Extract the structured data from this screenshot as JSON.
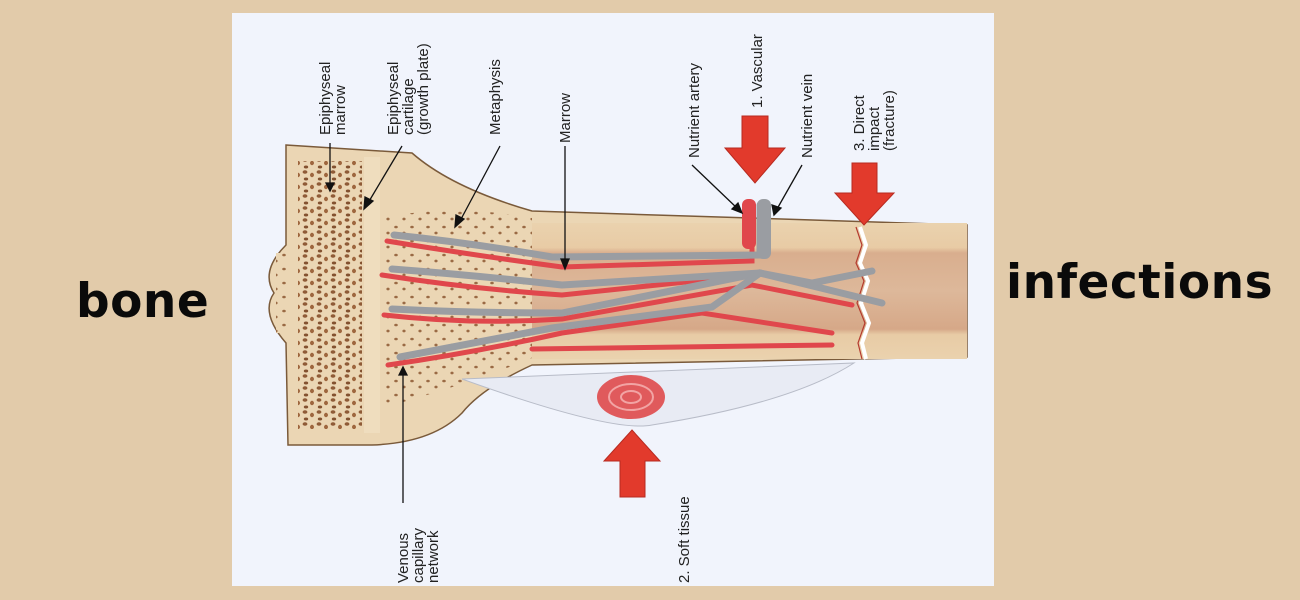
{
  "title_left": "bone",
  "title_right": "infections",
  "colors": {
    "background": "#E2CBAA",
    "panel": "#F1F4FC",
    "bone": "#EBD6B4",
    "arrow_red": "#E23A2C",
    "artery_red": "#E0474C",
    "vein_gray": "#9A9DA2"
  },
  "diagram": {
    "labels": [
      {
        "id": "epiphyseal-marrow",
        "lines": [
          "Epiphyseal",
          "marrow"
        ]
      },
      {
        "id": "epiphyseal-cartilage",
        "lines": [
          "Epiphyseal",
          "cartilage",
          "(growth plate)"
        ]
      },
      {
        "id": "metaphysis",
        "lines": [
          "Metaphysis"
        ]
      },
      {
        "id": "marrow",
        "lines": [
          "Marrow"
        ]
      },
      {
        "id": "nutrient-artery",
        "lines": [
          "Nutrient artery"
        ]
      },
      {
        "id": "vascular",
        "lines": [
          "1. Vascular"
        ]
      },
      {
        "id": "nutrient-vein",
        "lines": [
          "Nutrient vein"
        ]
      },
      {
        "id": "direct-impact",
        "lines": [
          "3. Direct",
          "impact",
          "(fracture)"
        ]
      },
      {
        "id": "venous-capillary-network",
        "lines": [
          "Venous",
          "capillary",
          "network"
        ]
      },
      {
        "id": "soft-tissue",
        "lines": [
          "2. Soft tissue"
        ]
      }
    ],
    "infection_routes": [
      "1. Vascular",
      "2. Soft tissue",
      "3. Direct impact (fracture)"
    ]
  }
}
